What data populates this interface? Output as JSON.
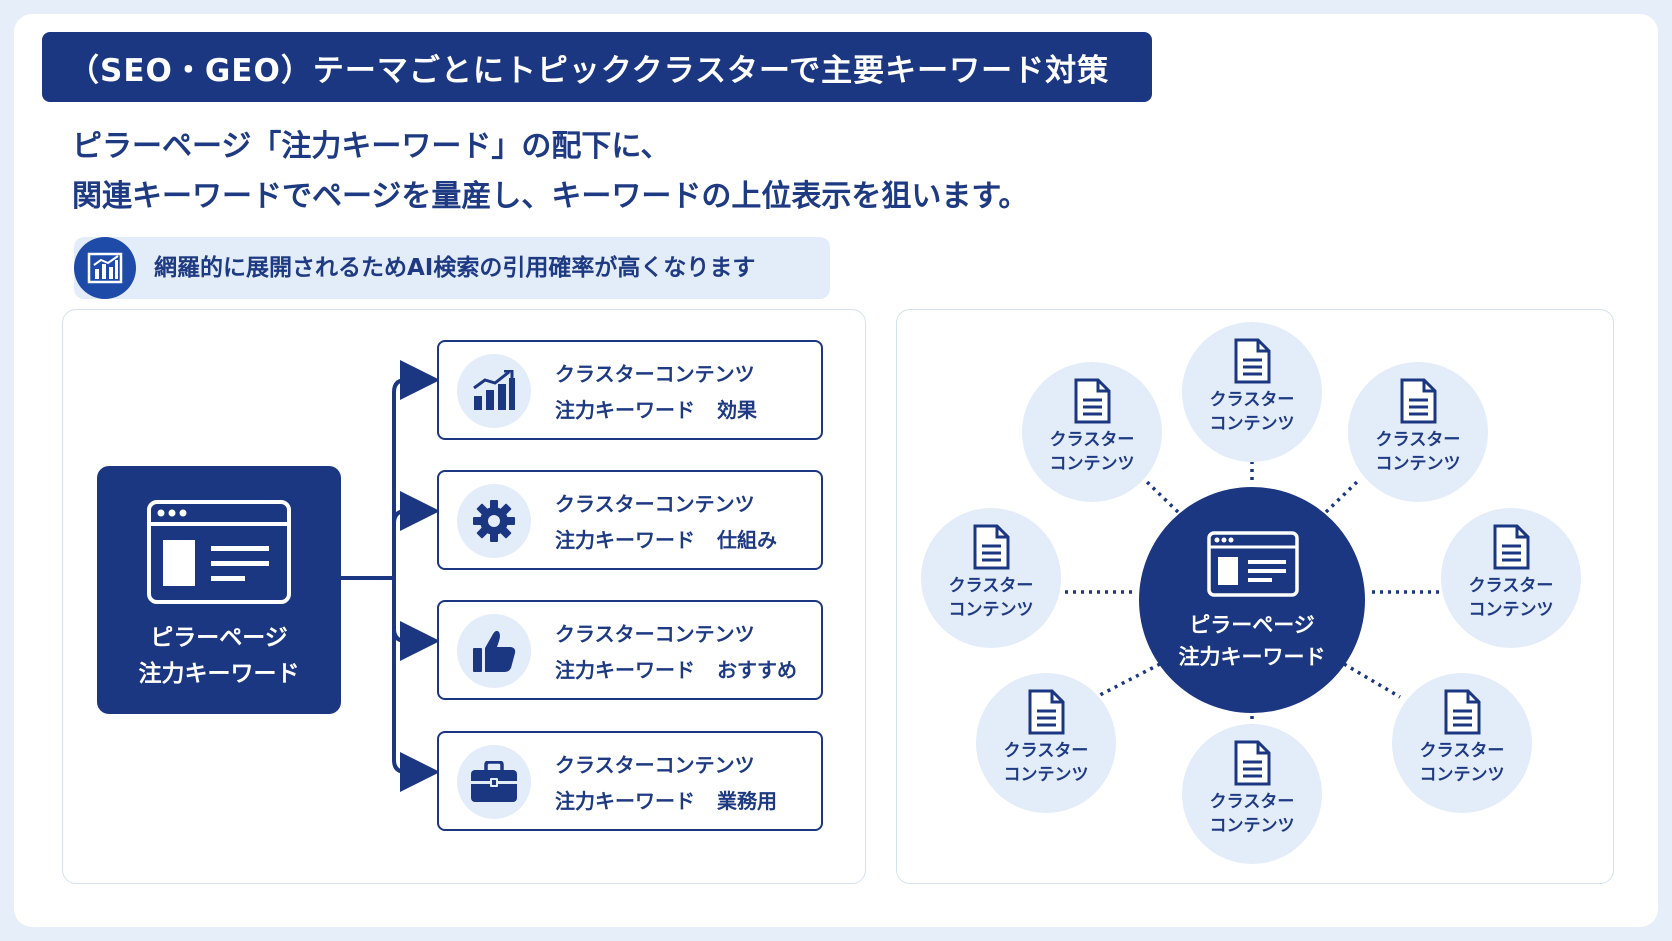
{
  "header": {
    "title": "（SEO・GEO）テーマごとにトピッククラスターで主要キーワード対策"
  },
  "lead": {
    "line1": "ピラーページ「注力キーワード」の配下に、",
    "line2": "関連キーワードでページを量産し、キーワードの上位表示を狙います。"
  },
  "badge": {
    "icon": "chart-icon",
    "text": "網羅的に展開されるためAI検索の引用確率が高くなります"
  },
  "pillar": {
    "icon": "webpage-icon",
    "line1": "ピラーページ",
    "line2": "注力キーワード"
  },
  "cards": [
    {
      "icon": "growth-chart-icon",
      "title": "クラスターコンテンツ",
      "kw": "注力キーワード",
      "tail": "効果"
    },
    {
      "icon": "gear-icon",
      "title": "クラスターコンテンツ",
      "kw": "注力キーワード",
      "tail": "仕組み"
    },
    {
      "icon": "thumbs-up-icon",
      "title": "クラスターコンテンツ",
      "kw": "注力キーワード",
      "tail": "おすすめ"
    },
    {
      "icon": "briefcase-icon",
      "title": "クラスターコンテンツ",
      "kw": "注力キーワード",
      "tail": "業務用"
    }
  ],
  "hub": {
    "icon": "webpage-icon",
    "line1": "ピラーページ",
    "line2": "注力キーワード"
  },
  "satellites": [
    {
      "icon": "document-icon",
      "line1": "クラスター",
      "line2": "コンテンツ"
    },
    {
      "icon": "document-icon",
      "line1": "クラスター",
      "line2": "コンテンツ"
    },
    {
      "icon": "document-icon",
      "line1": "クラスター",
      "line2": "コンテンツ"
    },
    {
      "icon": "document-icon",
      "line1": "クラスター",
      "line2": "コンテンツ"
    },
    {
      "icon": "document-icon",
      "line1": "クラスター",
      "line2": "コンテンツ"
    },
    {
      "icon": "document-icon",
      "line1": "クラスター",
      "line2": "コンテンツ"
    },
    {
      "icon": "document-icon",
      "line1": "クラスター",
      "line2": "コンテンツ"
    },
    {
      "icon": "document-icon",
      "line1": "クラスター",
      "line2": "コンテンツ"
    }
  ],
  "colors": {
    "navy": "#1c3782",
    "light_blue": "#e3ecf9",
    "text": "#1e3a82"
  }
}
